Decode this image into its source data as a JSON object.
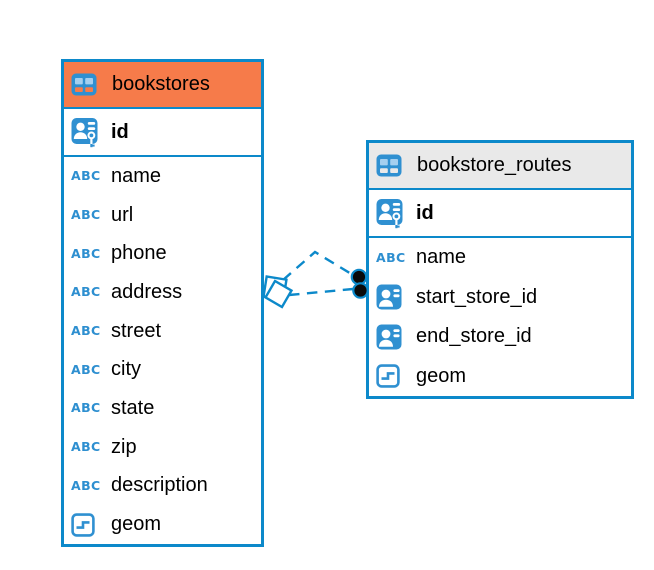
{
  "diagram": {
    "tables": [
      {
        "name": "bookstores",
        "header_color": "#F67B4A",
        "columns": [
          {
            "name": "id",
            "type": "primary-key",
            "bold": true
          },
          {
            "name": "name",
            "type": "text"
          },
          {
            "name": "url",
            "type": "text"
          },
          {
            "name": "phone",
            "type": "text"
          },
          {
            "name": "address",
            "type": "text"
          },
          {
            "name": "street",
            "type": "text"
          },
          {
            "name": "city",
            "type": "text"
          },
          {
            "name": "state",
            "type": "text"
          },
          {
            "name": "zip",
            "type": "text"
          },
          {
            "name": "description",
            "type": "text"
          },
          {
            "name": "geom",
            "type": "geometry"
          }
        ]
      },
      {
        "name": "bookstore_routes",
        "header_color": "#E9E9E9",
        "columns": [
          {
            "name": "id",
            "type": "primary-key",
            "bold": true
          },
          {
            "name": "name",
            "type": "text"
          },
          {
            "name": "start_store_id",
            "type": "foreign-key"
          },
          {
            "name": "end_store_id",
            "type": "foreign-key"
          },
          {
            "name": "geom",
            "type": "geometry"
          }
        ]
      }
    ],
    "relationships": [
      {
        "from": "bookstores",
        "to": "bookstore_routes.start_store_id",
        "line_style": "dashed"
      },
      {
        "from": "bookstores",
        "to": "bookstore_routes.end_store_id",
        "line_style": "dashed"
      }
    ],
    "colors": {
      "accent_blue": "#0C89CA",
      "icon_blue": "#2F90D1",
      "icon_cell_light_blue": "#A4CFEF",
      "header_orange": "#F67B4A",
      "header_gray": "#E9E9E9",
      "endpoint_dot": "#0A0A0A",
      "text": "#000000",
      "background": "#FFFFFF"
    }
  }
}
